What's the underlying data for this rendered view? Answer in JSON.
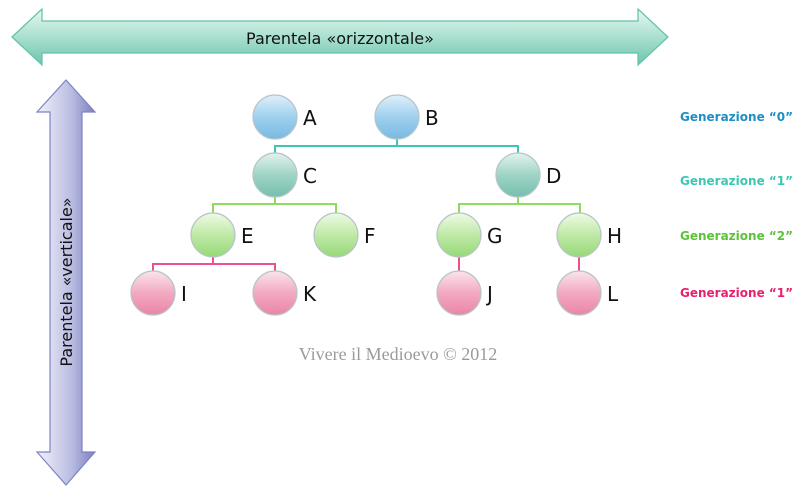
{
  "horizontal_arrow": {
    "label": "Parentela «orizzontale»"
  },
  "vertical_arrow": {
    "label": "Parentela «verticale»"
  },
  "nodes": {
    "A": "A",
    "B": "B",
    "C": "C",
    "D": "D",
    "E": "E",
    "F": "F",
    "G": "G",
    "H": "H",
    "I": "I",
    "K": "K",
    "J": "J",
    "L": "L"
  },
  "generations": [
    {
      "label": "Generazione “0”",
      "color": "#1e8fc4"
    },
    {
      "label": "Generazione “1”",
      "color": "#3cc7b4"
    },
    {
      "label": "Generazione “2”",
      "color": "#5cc23a"
    },
    {
      "label": "Generazione “1”",
      "color": "#e8206e"
    }
  ],
  "watermark": "Vivere il Medioevo © 2012"
}
